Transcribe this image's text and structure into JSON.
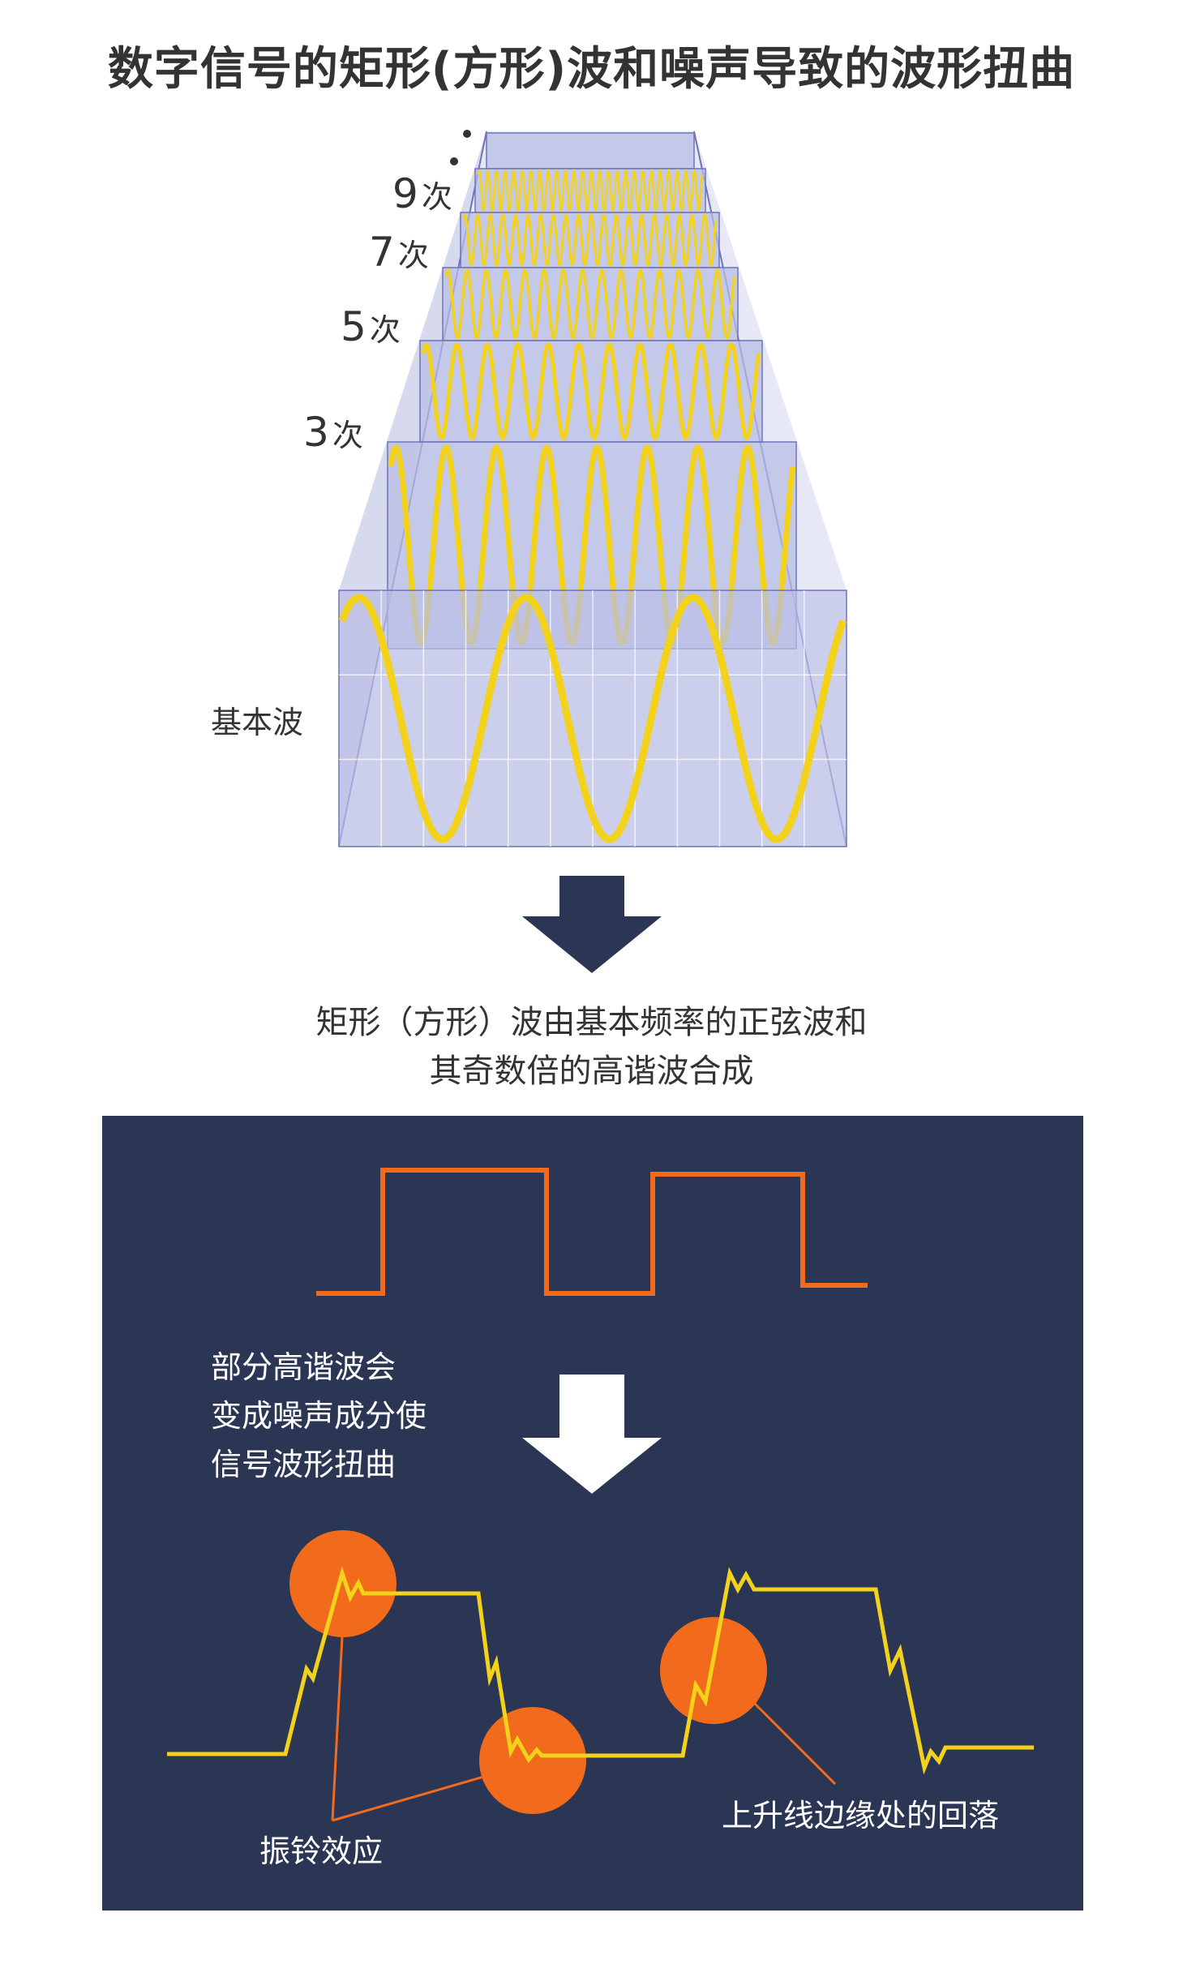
{
  "title": "数字信号的矩形(方形)波和噪声导致的波形扭曲",
  "harmonics": [
    {
      "order": "9",
      "unit": "次"
    },
    {
      "order": "7",
      "unit": "次"
    },
    {
      "order": "5",
      "unit": "次"
    },
    {
      "order": "3",
      "unit": "次"
    }
  ],
  "fundamental_label": "基本波",
  "caption": {
    "line1": "矩形（方形）波由基本频率的正弦波和",
    "line2": "其奇数倍的高谐波合成"
  },
  "panel": {
    "text_lines": [
      "部分高谐波会",
      "变成噪声成分使",
      "信号波形扭曲"
    ],
    "ringing_label": "振铃效应",
    "overshoot_label": "上升线边缘处的回落"
  },
  "colors": {
    "wave": "#f2d21b",
    "layer_fill": "#b9bde4",
    "layer_edge": "#6f74b8",
    "arrow": "#2b3554",
    "panel_bg": "#2b3554",
    "square_wave": "#f26a1b",
    "noisy_wave": "#f2d21b",
    "highlight": "#f26a1b"
  }
}
